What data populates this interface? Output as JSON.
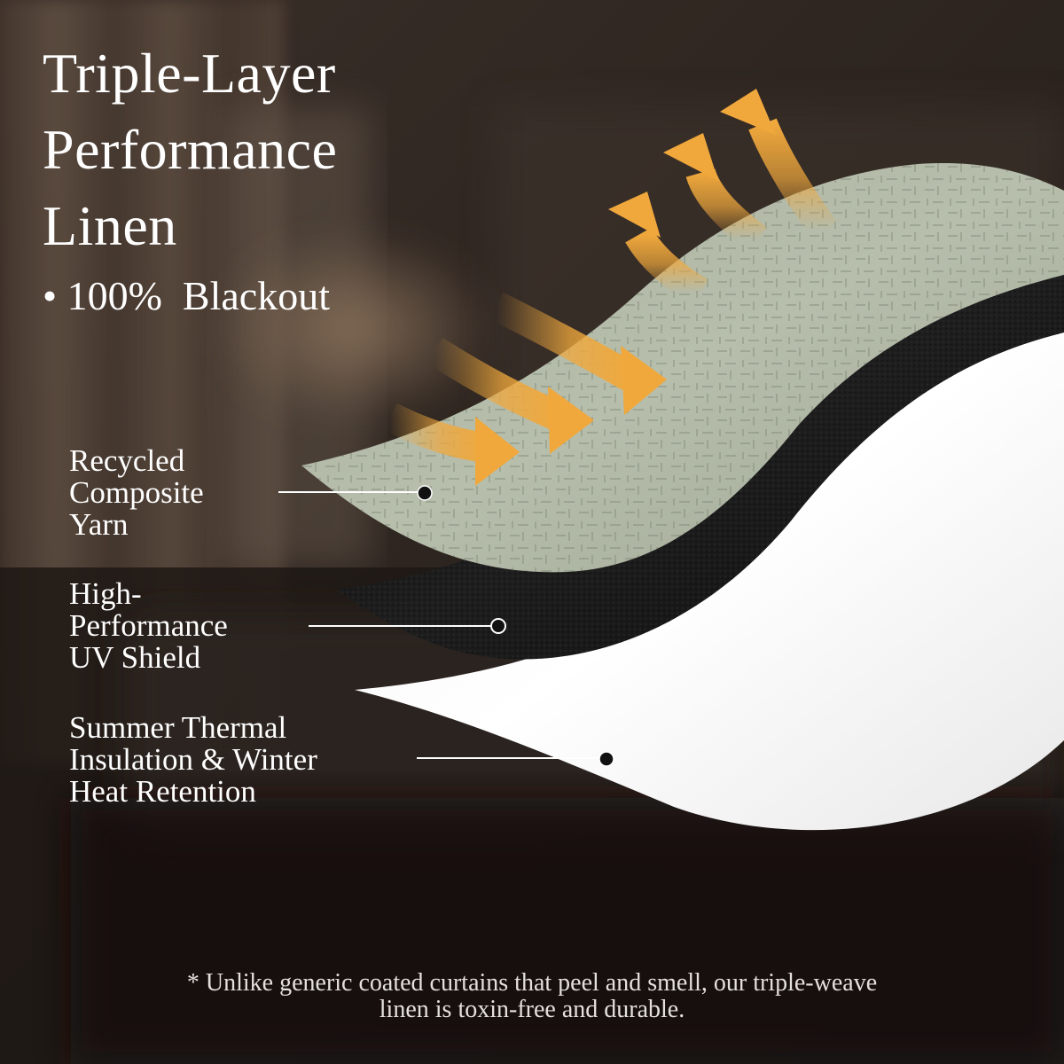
{
  "heading": {
    "line1": "Triple-Layer",
    "line2": "Performance",
    "line3": "Linen",
    "bullet": "• 100%  Blackout"
  },
  "layers": [
    {
      "lines": [
        "Recycled",
        "Composite",
        "Yarn"
      ],
      "fabric_color": "#b4bba9"
    },
    {
      "lines": [
        "High-",
        "Performance",
        "UV Shield"
      ],
      "fabric_color": "#161616"
    },
    {
      "lines": [
        "Summer Thermal",
        "Insulation & Winter",
        "Heat Retention"
      ],
      "fabric_color": "#ffffff"
    }
  ],
  "footnote": {
    "line1": "* Unlike generic coated curtains that peel and smell, our triple-weave",
    "line2": "linen is toxin-free and durable."
  },
  "colors": {
    "background": "#2a211c",
    "arrow": "#f0a83c",
    "text": "#ffffff"
  },
  "icons": [
    "heat-arrow-icon",
    "callout-dot-icon"
  ]
}
